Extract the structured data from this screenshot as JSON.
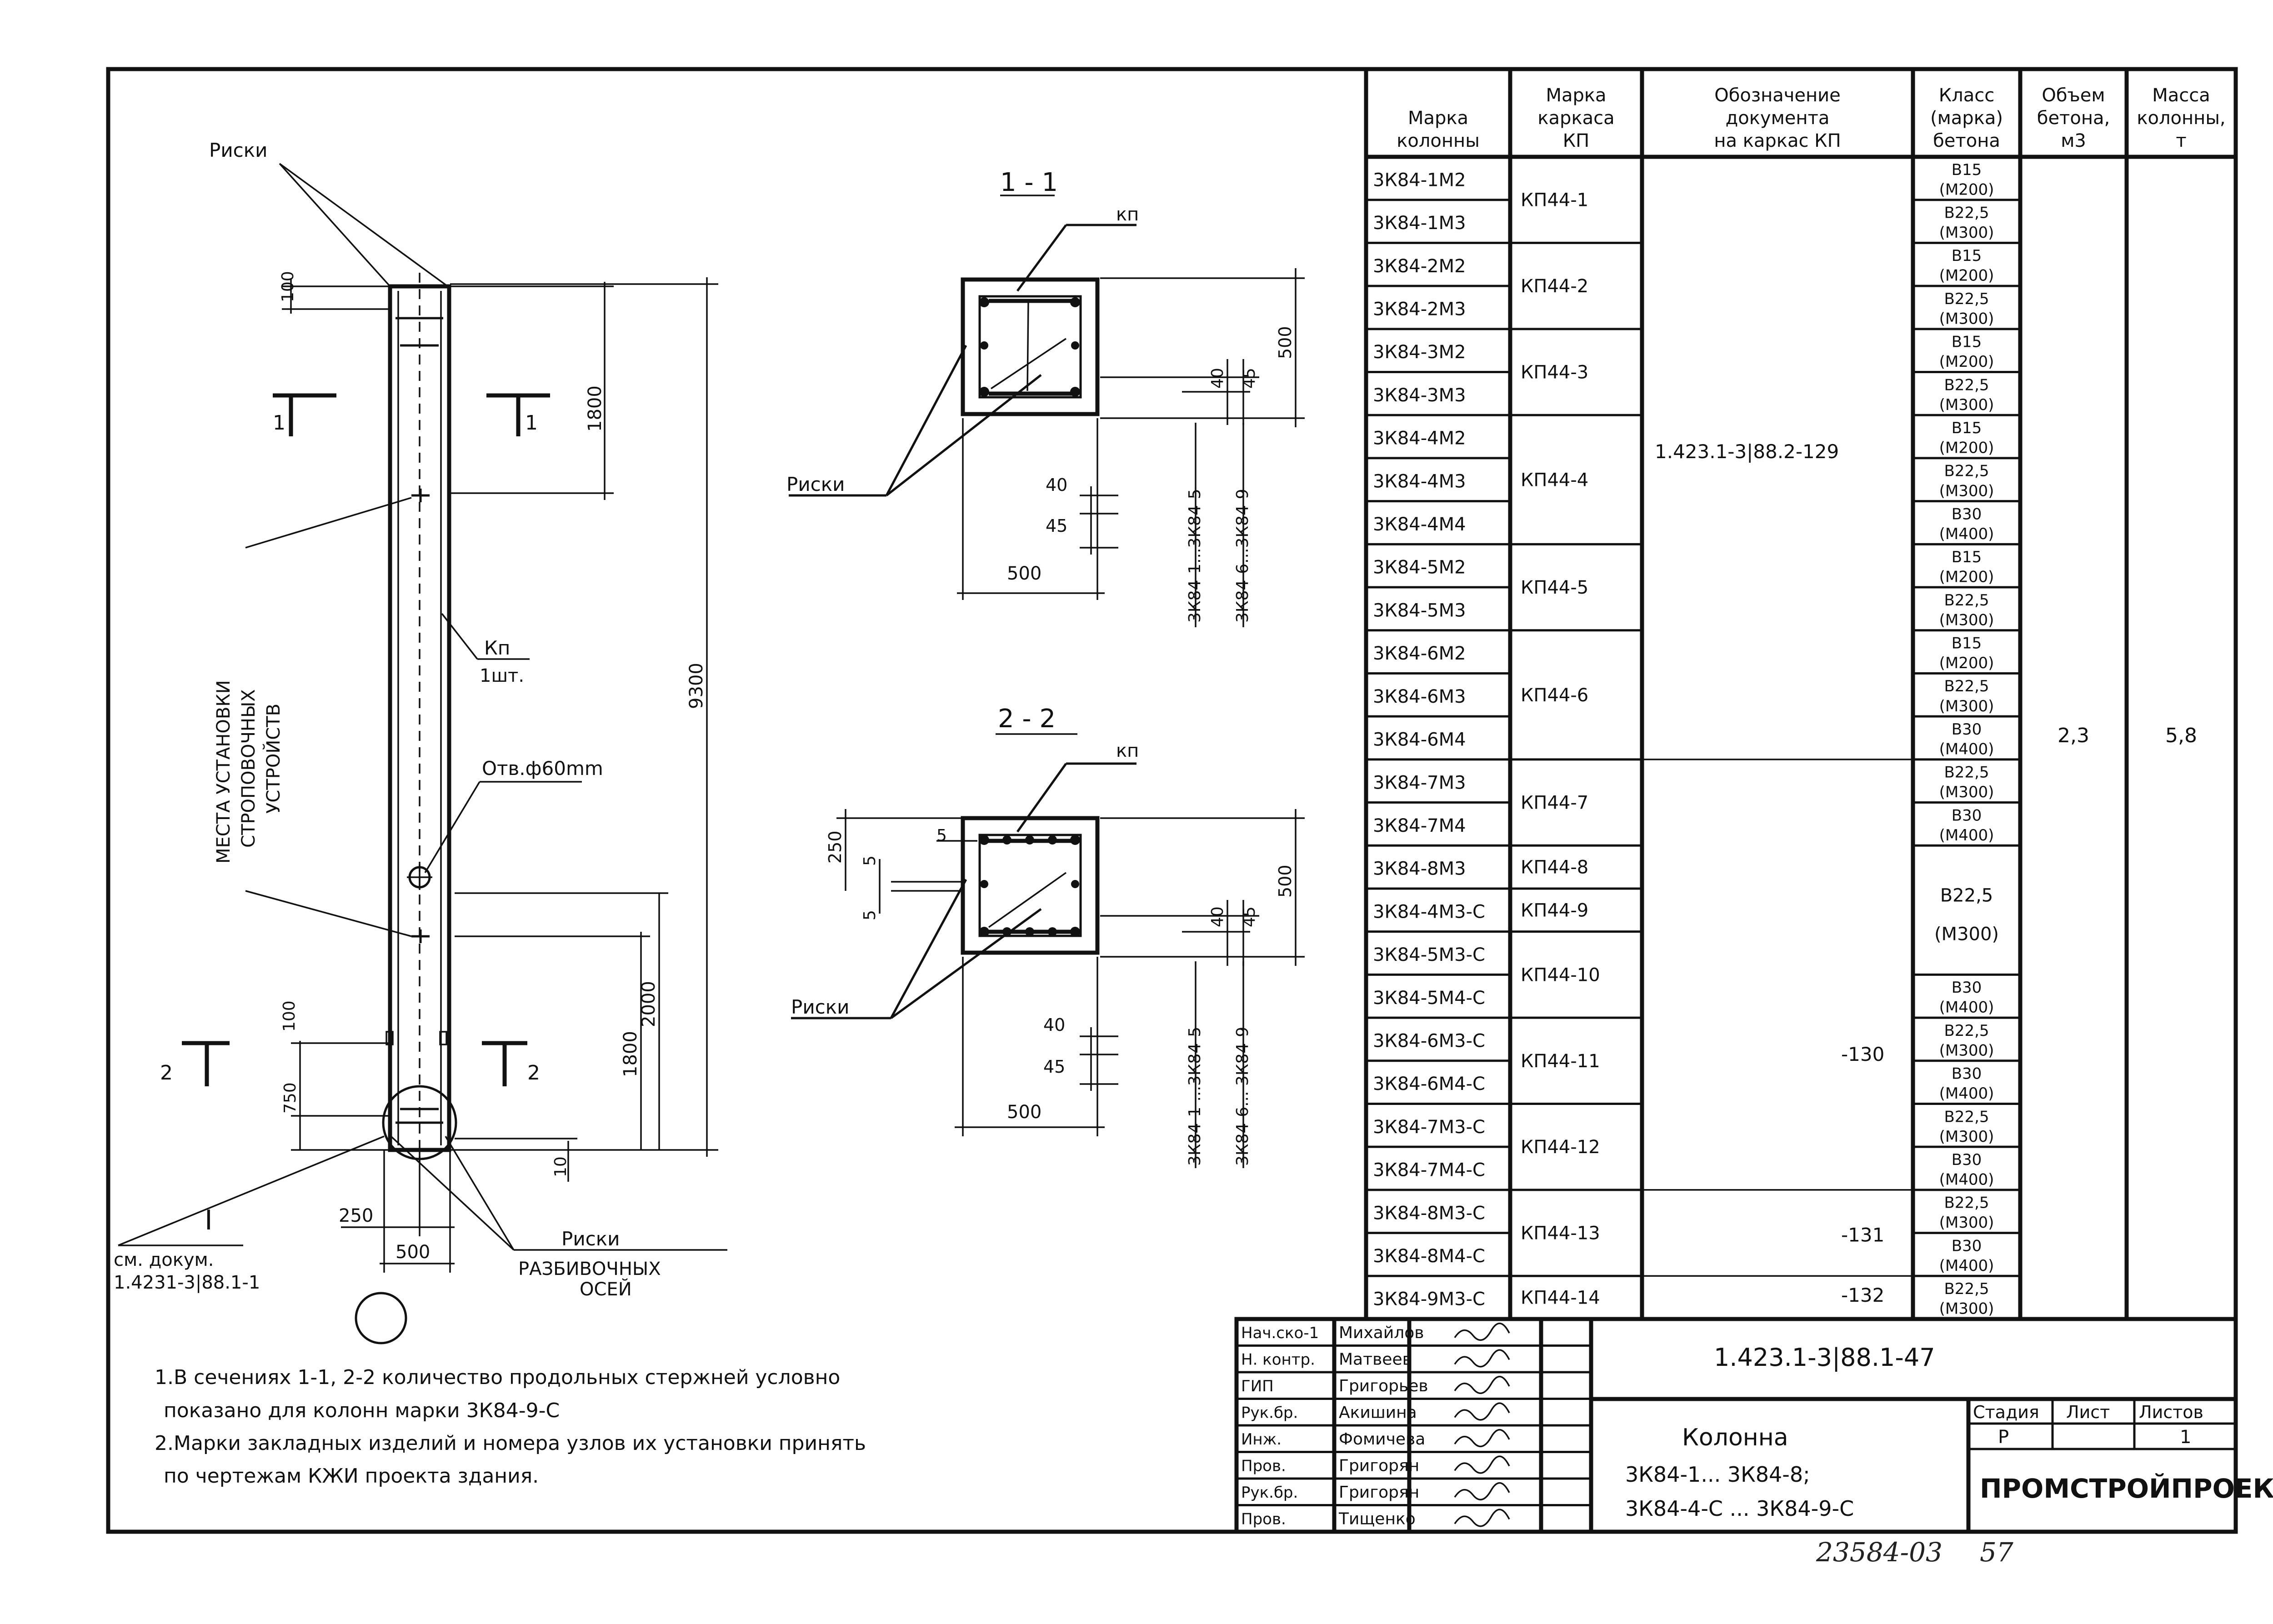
{
  "column_drawing": {
    "label_riski_top": "Риски",
    "dim_100_top": "100",
    "dim_1800_top": "1800",
    "dim_9300": "9300",
    "section_1_left": "1",
    "section_1_right": "1",
    "section_2_left": "2",
    "section_2_right": "2",
    "kp_label": "Кп",
    "kp_count": "1шт.",
    "hole_label": "Отв.ф60mm",
    "rotated_label_1": "МЕСТА УСТАНОВКИ",
    "rotated_label_2": "СТРОПОВОЧНЫХ",
    "rotated_label_3": "УСТРОЙСТВ",
    "dim_100_bottom": "100",
    "dim_1800_bottom": "1800",
    "dim_750": "750",
    "dim_2000": "2000",
    "dim_10": "10",
    "dim_250": "250",
    "dim_500": "500",
    "node_label": "I",
    "ref_line1": "см. докум.",
    "ref_line2": "1.4231-3|88.1-1",
    "riski_bottom": "Риски",
    "razb_line1": "РАЗБИВОЧНЫХ",
    "razb_line2": "ОСЕЙ"
  },
  "section_1": {
    "title": "1 - 1",
    "kp": "кп",
    "riski": "Риски",
    "dim_500_v": "500",
    "dim_40_v": "40",
    "dim_45_v": "45",
    "dim_40_h": "40",
    "dim_45_h": "45",
    "dim_500_h": "500",
    "range_a": "3К84-1...3К84-5",
    "range_b": "3К84-6...3К84-9"
  },
  "section_2": {
    "title": "2 - 2",
    "kp": "кп",
    "riski": "Риски",
    "dim_250": "250",
    "dim_5a": "5",
    "dim_5b": "5",
    "dim_5c": "5",
    "dim_500_v": "500",
    "dim_40_v": "40",
    "dim_45_v": "45",
    "dim_40_h": "40",
    "dim_45_h": "45",
    "dim_500_h": "500",
    "range_a": "3К84-1 ...3К84-5",
    "range_b": "3К84-6... 3К84-9"
  },
  "table": {
    "headers": [
      [
        "Марка",
        "колонны"
      ],
      [
        "Марка",
        "каркаса",
        "КП"
      ],
      [
        "Обозначение",
        "документа",
        "на каркас КП"
      ],
      [
        "Класс",
        "(марка)",
        "бетона"
      ],
      [
        "Объем",
        "бетона,",
        "м3"
      ],
      [
        "Масса",
        "колонны,",
        "т"
      ]
    ],
    "marks": [
      "3К84-1М2",
      "3К84-1М3",
      "3К84-2М2",
      "3К84-2М3",
      "3К84-3М2",
      "3К84-3М3",
      "3К84-4М2",
      "3К84-4М3",
      "3К84-4М4",
      "3К84-5М2",
      "3К84-5М3",
      "3К84-6М2",
      "3К84-6М3",
      "3К84-6М4",
      "3К84-7М3",
      "3К84-7М4",
      "3К84-8М3",
      "3К84-4М3-С",
      "3К84-5М3-С",
      "3К84-5М4-С",
      "3К84-6М3-С",
      "3К84-6М4-С",
      "3К84-7М3-С",
      "3К84-7М4-С",
      "3К84-8М3-С",
      "3К84-8М4-С",
      "3К84-9М3-С"
    ],
    "kp": [
      "КП44-1",
      "КП44-2",
      "КП44-3",
      "КП44-4",
      "КП44-5",
      "КП44-6",
      "КП44-7",
      "КП44-8",
      "КП44-9",
      "КП44-10",
      "КП44-11",
      "КП44-12",
      "КП44-13",
      "КП44-14"
    ],
    "doc_main": "1.423.1-3|88.2-129",
    "doc_130": "-130",
    "doc_131": "-131",
    "doc_132": "-132",
    "concrete": [
      [
        "В15",
        "(М200)"
      ],
      [
        "В22,5",
        "(М300)"
      ],
      [
        "В15",
        "(М200)"
      ],
      [
        "В22,5",
        "(М300)"
      ],
      [
        "В15",
        "(М200)"
      ],
      [
        "В22,5",
        "(М300)"
      ],
      [
        "В15",
        "(М200)"
      ],
      [
        "В22,5",
        "(М300)"
      ],
      [
        "В30",
        "(М400)"
      ],
      [
        "В15",
        "(М200)"
      ],
      [
        "В22,5",
        "(М300)"
      ],
      [
        "В15",
        "(М200)"
      ],
      [
        "В22,5",
        "(М300)"
      ],
      [
        "В30",
        "(М400)"
      ],
      [
        "В22,5",
        "(М300)"
      ],
      [
        "В30",
        "(М400)"
      ]
    ],
    "concrete_merged": [
      "В22,5",
      "(М300)"
    ],
    "concrete_tail": [
      [
        "В30",
        "(М400)"
      ],
      [
        "В22,5",
        "(М300)"
      ],
      [
        "В30",
        "(М400)"
      ],
      [
        "В22,5",
        "(М300)"
      ],
      [
        "В30",
        "(М400)"
      ],
      [
        "В22,5",
        "(М300)"
      ],
      [
        "В30",
        "(М400)"
      ],
      [
        "В22,5",
        "(М300)"
      ]
    ],
    "volume": "2,3",
    "mass": "5,8"
  },
  "notes": {
    "n1a": "1.В сечениях 1-1, 2-2 количество продольных стержней условно",
    "n1b": "показано для колонн марки 3К84-9-С",
    "n2a": "2.Марки закладных изделий и номера узлов их установки принять",
    "n2b": "по чертежам КЖИ проекта здания."
  },
  "stamp": {
    "roles": [
      "Нач.ско-1",
      "Н. контр.",
      "ГИП",
      "Рук.бр.",
      "Инж.",
      "Пров.",
      "Рук.бр.",
      "Пров."
    ],
    "names": [
      "Михайлов",
      "Матвеев",
      "Григорьев",
      "Акишина",
      "Фомичева",
      "Григорян",
      "Григорян",
      "Тищенко"
    ],
    "code": "1.423.1-3|88.1-47",
    "title": "Колонна",
    "sub1": "3К84-1... 3К84-8;",
    "sub2": "3К84-4-С ... 3К84-9-С",
    "stage_h": "Стадия",
    "sheet_h": "Лист",
    "sheets_h": "Листов",
    "stage": "Р",
    "sheets": "1",
    "org": "ПРОМСТРОЙПРОЕКТ"
  },
  "footer": {
    "inv": "23584-03",
    "page": "57"
  }
}
